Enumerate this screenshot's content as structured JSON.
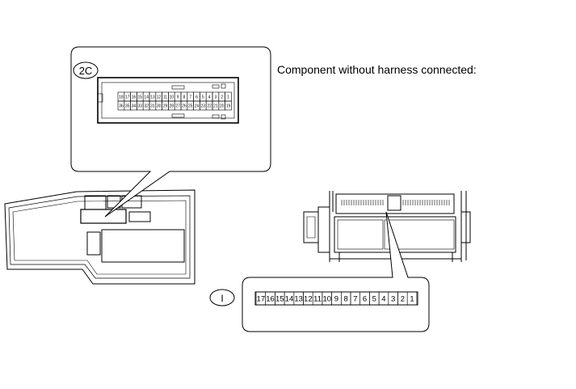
{
  "caption": "Component without harness connected:",
  "connector_2c": {
    "label": "2C",
    "top_row": [
      "18",
      "17",
      "16",
      "15",
      "14",
      "13",
      "12",
      "11",
      "10",
      "9",
      "8",
      "7",
      "6",
      "5",
      "4",
      "3",
      "2",
      "1"
    ],
    "bottom_row": [
      "36",
      "35",
      "34",
      "33",
      "32",
      "31",
      "30",
      "29",
      "28",
      "27",
      "26",
      "25",
      "24",
      "23",
      "22",
      "21",
      "20",
      "19"
    ]
  },
  "connector_i": {
    "label": "I",
    "pins": [
      "17",
      "16",
      "15",
      "14",
      "13",
      "12",
      "11",
      "10",
      "9",
      "8",
      "7",
      "6",
      "5",
      "4",
      "3",
      "2",
      "1"
    ]
  }
}
